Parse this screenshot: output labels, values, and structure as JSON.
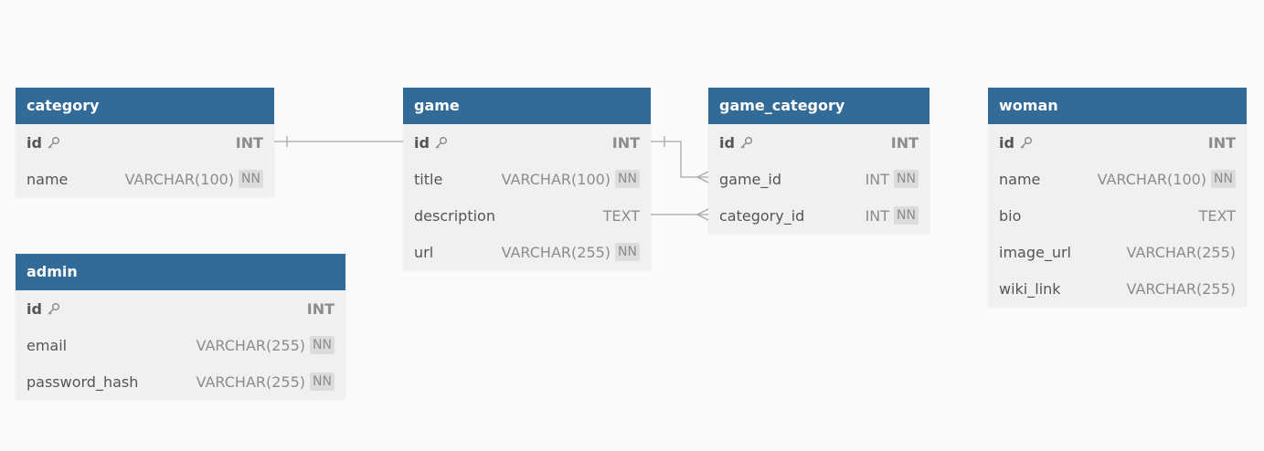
{
  "tables": [
    {
      "id": "category",
      "name": "category",
      "columns": [
        {
          "name": "id",
          "type": "INT",
          "pk": true,
          "nn": false
        },
        {
          "name": "name",
          "type": "VARCHAR(100)",
          "pk": false,
          "nn": true
        }
      ]
    },
    {
      "id": "admin",
      "name": "admin",
      "columns": [
        {
          "name": "id",
          "type": "INT",
          "pk": true,
          "nn": false
        },
        {
          "name": "email",
          "type": "VARCHAR(255)",
          "pk": false,
          "nn": true
        },
        {
          "name": "password_hash",
          "type": "VARCHAR(255)",
          "pk": false,
          "nn": true
        }
      ]
    },
    {
      "id": "game",
      "name": "game",
      "columns": [
        {
          "name": "id",
          "type": "INT",
          "pk": true,
          "nn": false
        },
        {
          "name": "title",
          "type": "VARCHAR(100)",
          "pk": false,
          "nn": true
        },
        {
          "name": "description",
          "type": "TEXT",
          "pk": false,
          "nn": false
        },
        {
          "name": "url",
          "type": "VARCHAR(255)",
          "pk": false,
          "nn": true
        }
      ]
    },
    {
      "id": "game_category",
      "name": "game_category",
      "columns": [
        {
          "name": "id",
          "type": "INT",
          "pk": true,
          "nn": false
        },
        {
          "name": "game_id",
          "type": "INT",
          "pk": false,
          "nn": true
        },
        {
          "name": "category_id",
          "type": "INT",
          "pk": false,
          "nn": true
        }
      ]
    },
    {
      "id": "woman",
      "name": "woman",
      "columns": [
        {
          "name": "id",
          "type": "INT",
          "pk": true,
          "nn": false
        },
        {
          "name": "name",
          "type": "VARCHAR(100)",
          "pk": false,
          "nn": true
        },
        {
          "name": "bio",
          "type": "TEXT",
          "pk": false,
          "nn": false
        },
        {
          "name": "image_url",
          "type": "VARCHAR(255)",
          "pk": false,
          "nn": false
        },
        {
          "name": "wiki_link",
          "type": "VARCHAR(255)",
          "pk": false,
          "nn": false
        }
      ]
    }
  ],
  "nn_label": "NN",
  "icons": {
    "primary_key": "key-icon"
  },
  "colors": {
    "header": "#326a98",
    "header_text": "#ffffff",
    "table_body": "#f0f0f0",
    "background": "#fafafa",
    "relation_line": "#a8a8a8"
  }
}
